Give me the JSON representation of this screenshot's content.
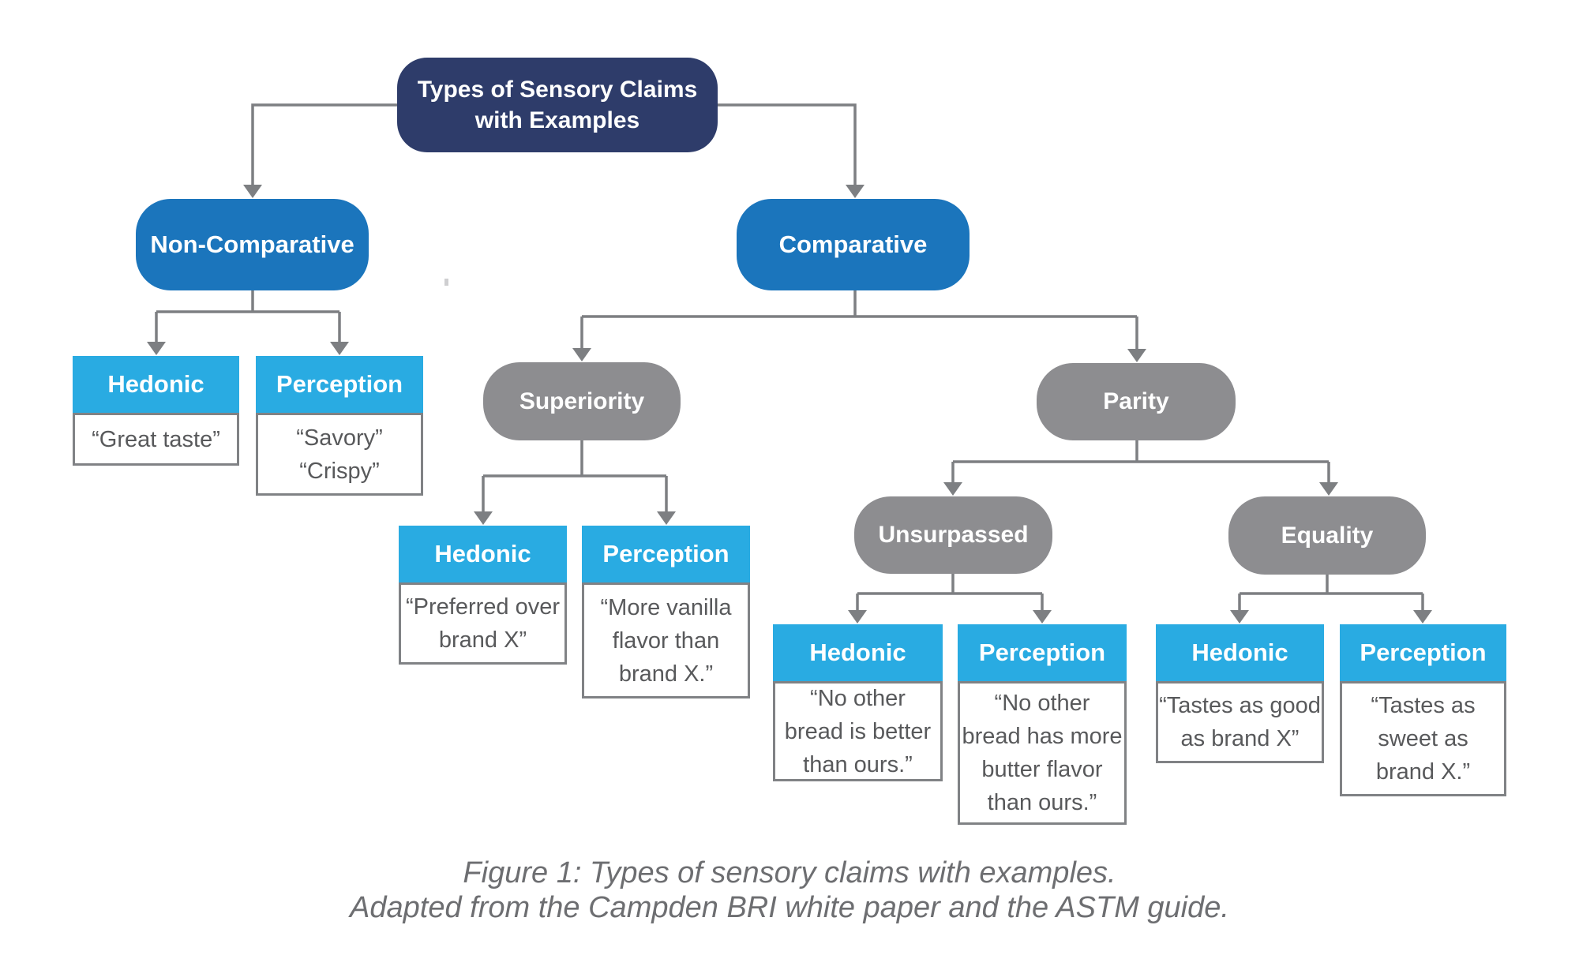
{
  "figure_title_node": {
    "lines": [
      "Types of Sensory Claims",
      "with Examples"
    ]
  },
  "nodes": {
    "non_comparative": "Non-Comparative",
    "comparative": "Comparative",
    "superiority": "Superiority",
    "parity": "Parity",
    "unsurpassed": "Unsurpassed",
    "equality": "Equality"
  },
  "claims": {
    "nc_hedonic": {
      "header": "Hedonic",
      "lines": [
        "“Great taste”"
      ]
    },
    "nc_perception": {
      "header": "Perception",
      "lines": [
        "“Savory”",
        "“Crispy”"
      ]
    },
    "sup_hedonic": {
      "header": "Hedonic",
      "lines": [
        "“Preferred over",
        "brand X”"
      ]
    },
    "sup_perception": {
      "header": "Perception",
      "lines": [
        "“More vanilla",
        "flavor than",
        "brand X.”"
      ]
    },
    "uns_hedonic": {
      "header": "Hedonic",
      "lines": [
        "“No other",
        "bread is better",
        "than ours.”"
      ]
    },
    "uns_perception": {
      "header": "Perception",
      "lines": [
        "“No other",
        "bread has more",
        "butter flavor",
        "than ours.”"
      ]
    },
    "eq_hedonic": {
      "header": "Hedonic",
      "lines": [
        "“Tastes as good",
        "as brand X”"
      ]
    },
    "eq_perception": {
      "header": "Perception",
      "lines": [
        "“Tastes as",
        "sweet as",
        "brand X.”"
      ]
    }
  },
  "caption": {
    "line1": "Figure 1: Types of sensory claims with examples.",
    "line2": "Adapted from the Campden BRI white paper and the ASTM guide."
  },
  "colors": {
    "navy": "#2e3c6a",
    "blue": "#1b75bc",
    "cyan": "#29abe2",
    "gray_node": "#8d8d90",
    "line": "#7d7f82",
    "box_border": "#808285",
    "quote_text": "#58595b",
    "caption_text": "#6d6e71",
    "node_text": "#ffffff",
    "background": "#ffffff"
  }
}
